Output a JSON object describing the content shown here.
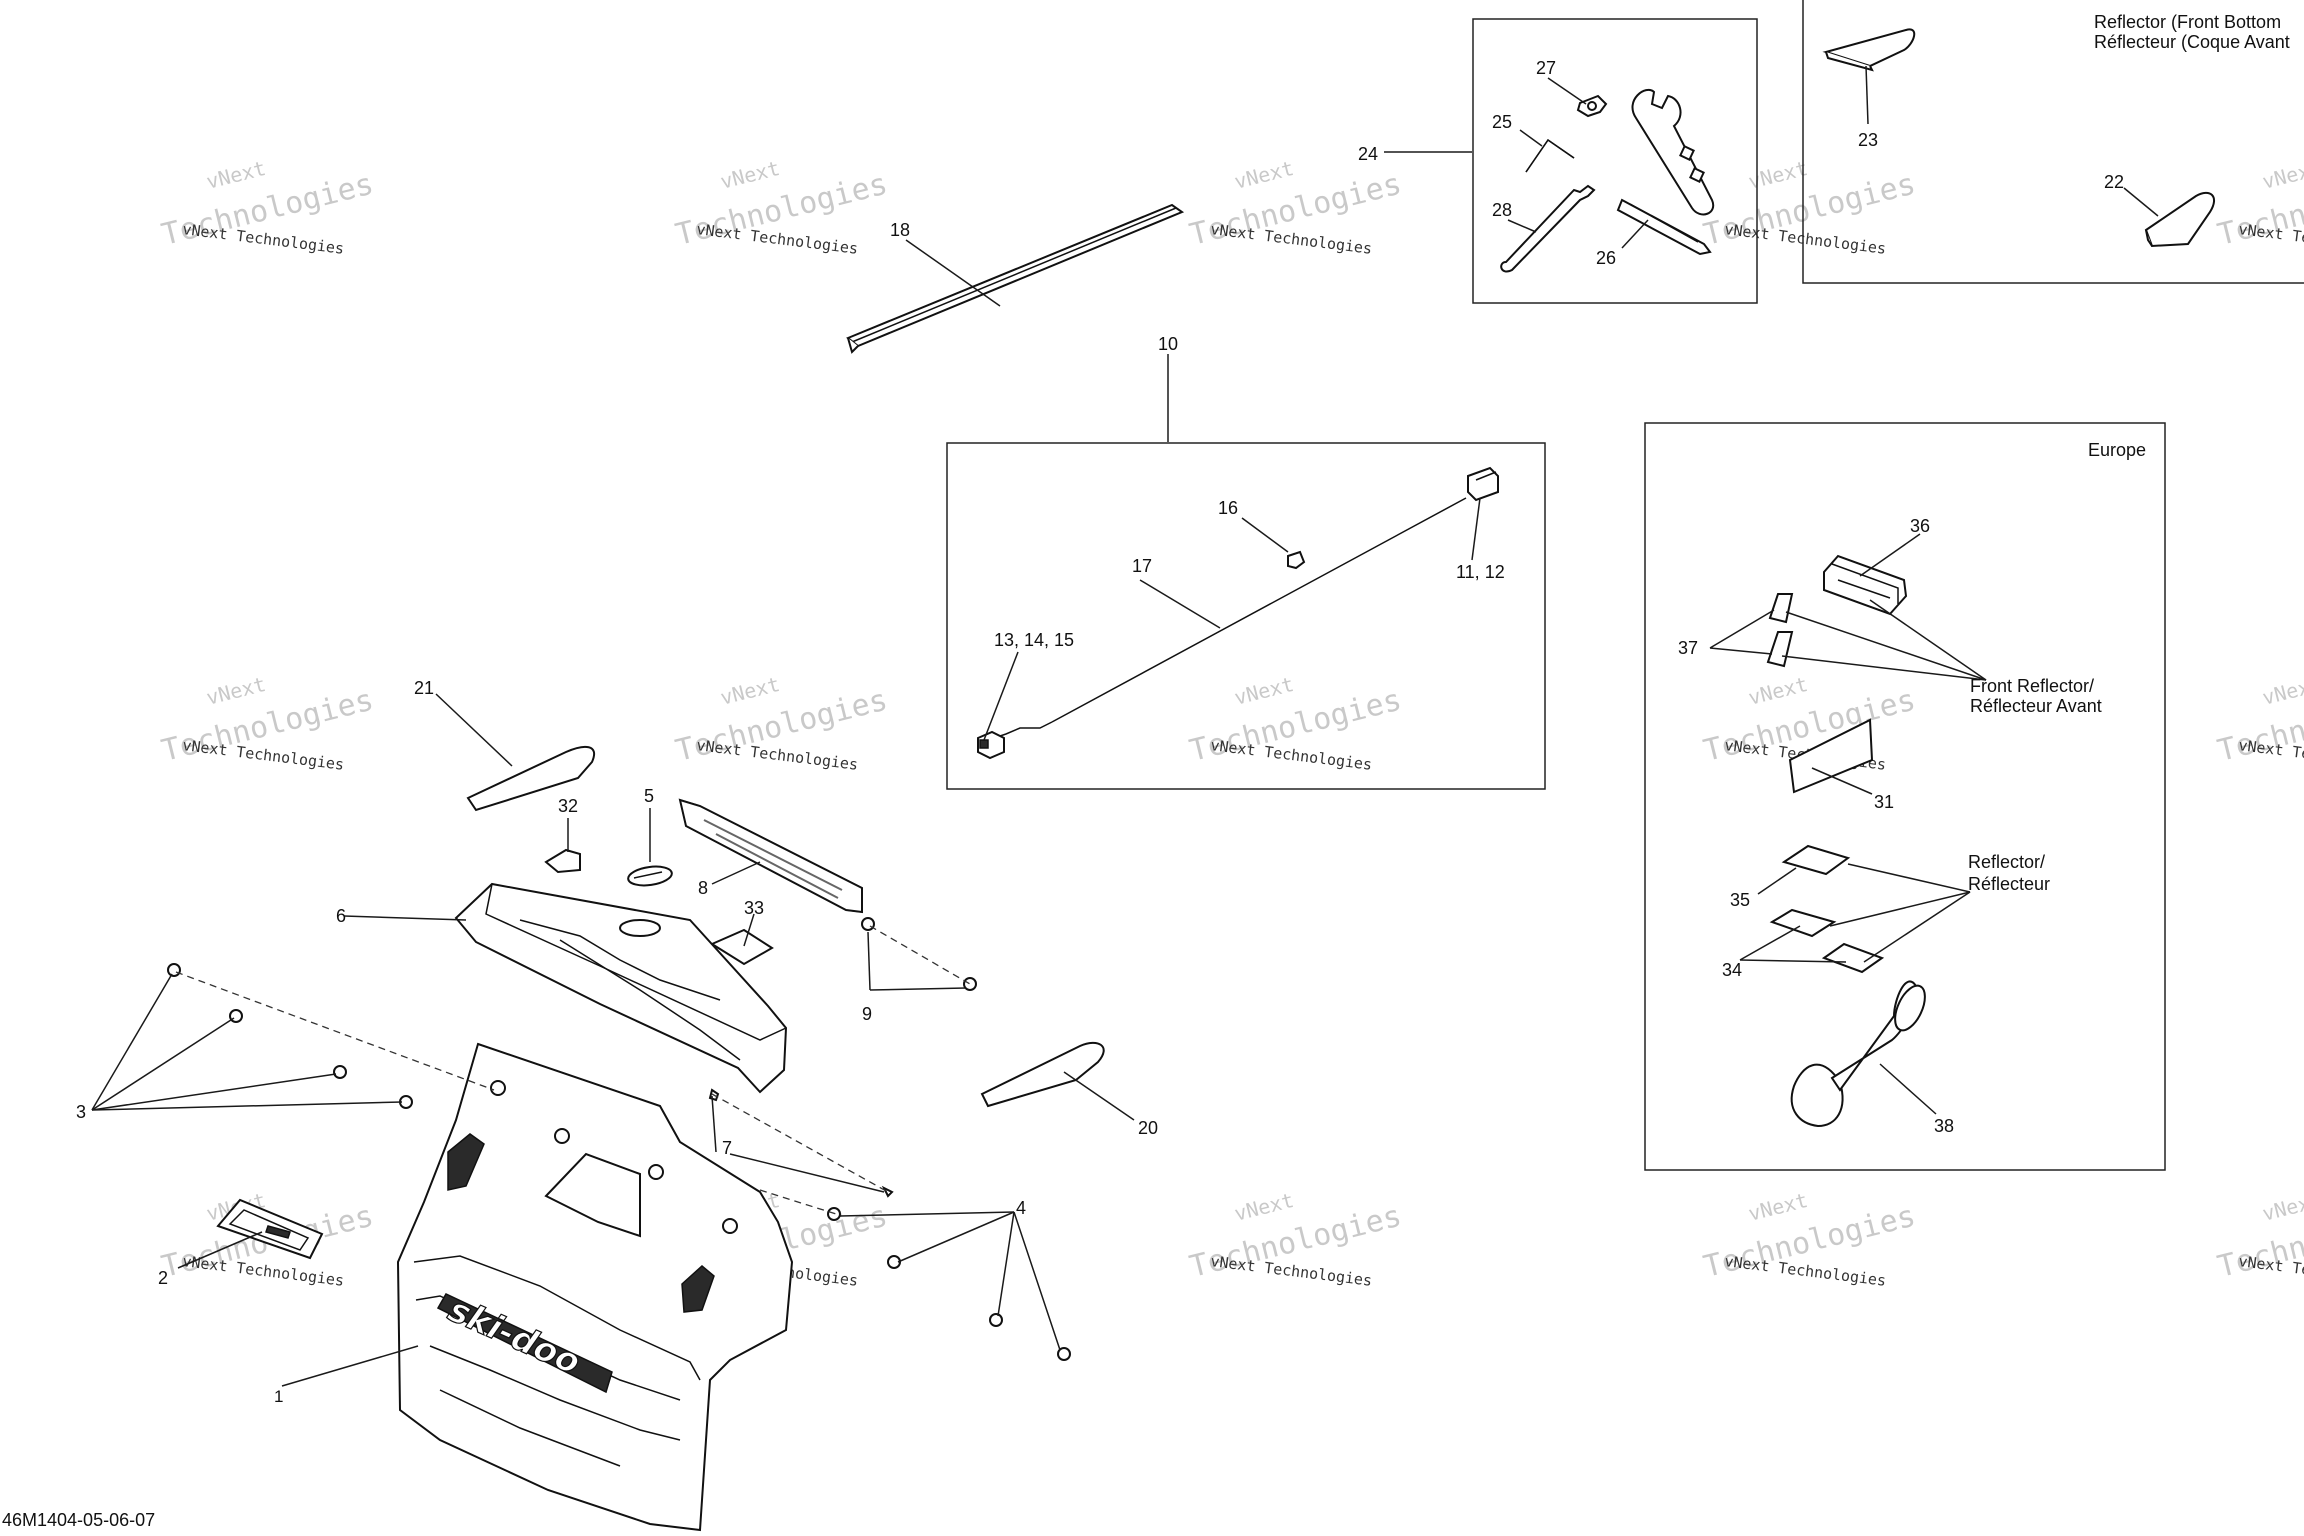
{
  "diagram_code": "46M1404-05-06-07",
  "watermark": {
    "line1": "vNext Technologies",
    "line2": "Technologies",
    "line0": "vNext"
  },
  "labels": {
    "l1": "1",
    "l2": "2",
    "l3": "3",
    "l4": "4",
    "l5": "5",
    "l6": "6",
    "l7": "7",
    "l8": "8",
    "l9": "9",
    "l10": "10",
    "l11_12": "11, 12",
    "l13_14_15": "13, 14, 15",
    "l16": "16",
    "l17": "17",
    "l18": "18",
    "l20": "20",
    "l21": "21",
    "l22": "22",
    "l23": "23",
    "l24": "24",
    "l25": "25",
    "l26": "26",
    "l27": "27",
    "l28": "28",
    "l31": "31",
    "l32": "32",
    "l33": "33",
    "l34": "34",
    "l35": "35",
    "l36": "36",
    "l37": "37",
    "l38": "38"
  },
  "notes": {
    "europe": "Europe",
    "front_reflector_1": "Front Reflector/",
    "front_reflector_2": "Réflecteur Avant",
    "reflector_1": "Reflector/",
    "reflector_2": "Réflecteur",
    "front_bottom_1": "Reflector (Front Bottom",
    "front_bottom_2": "Réflecteur (Coque Avant"
  },
  "brand_logo": "ski-doo"
}
